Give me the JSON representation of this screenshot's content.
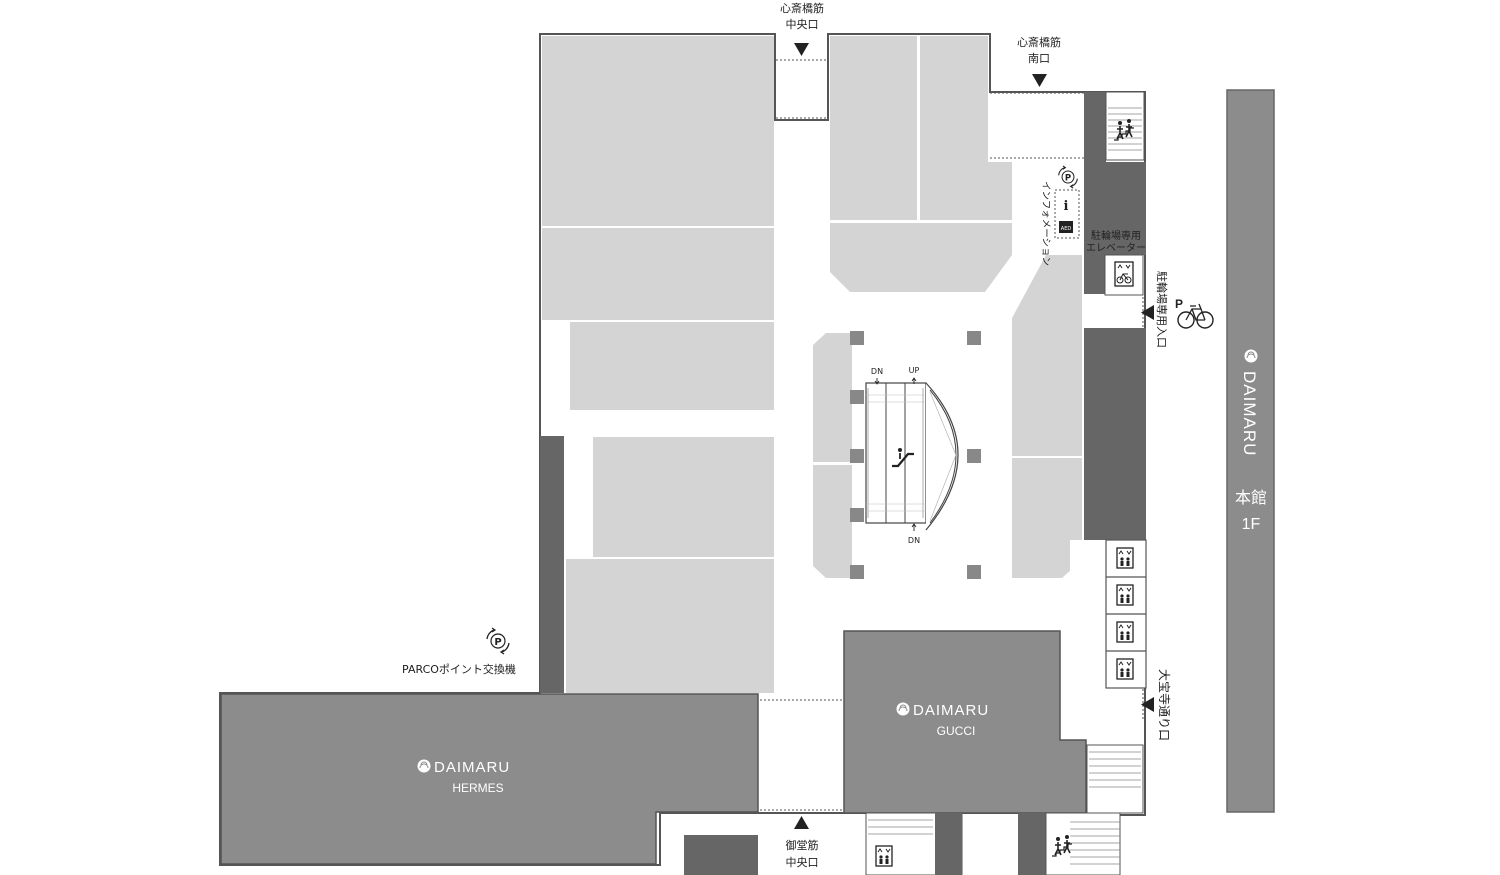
{
  "colors": {
    "floor": "#ffffff",
    "shop": "#d4d4d4",
    "wall": "#666666",
    "store": "#8c8c8c",
    "text": "#222222"
  },
  "entrances": {
    "shinsaibashi_central": [
      "心斎橋筋",
      "中央口"
    ],
    "shinsaibashi_south": [
      "心斎橋筋",
      "南口"
    ],
    "midosuji_central": [
      "御堂筋",
      "中央口"
    ],
    "daihoji": "大宝寺通り口",
    "bicycle_parking": "駐輪場専用入口"
  },
  "facilities": {
    "information": "インフォメーション",
    "aed": "AED",
    "bicycle_elevator": [
      "駐輪場専用",
      "エレベーター"
    ],
    "parco_point": "PARCOポイント交換機",
    "parking_letter": "P"
  },
  "escalator": {
    "dn_top": "DN",
    "up_top": "UP",
    "dn_bottom": "DN"
  },
  "stores": {
    "daimaru_brand": "DAIMARU",
    "hermes": "HERMES",
    "gucci": "GUCCI",
    "main_building": "本館",
    "main_floor": "1F"
  }
}
